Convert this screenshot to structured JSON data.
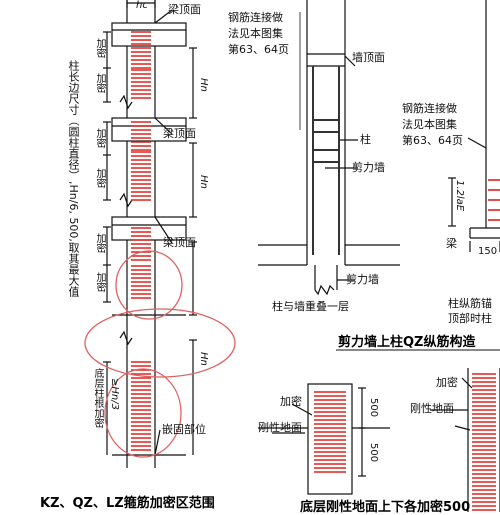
{
  "left": {
    "caption": "KZ、QZ、LZ箍筋加密区范围",
    "dim_hc": "hc",
    "beam_top_1": "梁顶面",
    "beam_top_2": "梁顶面",
    "beam_top_3": "梁顶面",
    "hn": "Hn",
    "hn_third": "≥Hn/3",
    "jiami": "加密",
    "side_note": "柱长边尺寸（圆柱直径）,Hn/6, 500,取其最大值",
    "bottom_note": "底层柱根加密",
    "embed": "嵌固部位"
  },
  "middle": {
    "note": [
      "钢筋连接做",
      "法见本图集",
      "第63、64页"
    ],
    "wall_top": "墙顶面",
    "column": "柱",
    "shear_wall_1": "剪力墙",
    "shear_wall_2": "剪力墙",
    "overlap": "柱与墙重叠一层"
  },
  "right": {
    "note": [
      "钢筋连接做",
      "法见本图集",
      "第63、64页"
    ],
    "dim_12lae": "1.2laE",
    "beam": "梁",
    "dim_150": "150",
    "anchor_note": [
      "柱纵筋锚",
      "顶部时柱"
    ],
    "caption": "剪力墙上柱QZ纵筋构造"
  },
  "bottom": {
    "jiami_left": "加密",
    "rigid_left": "刚性地面",
    "dim_500a": "500",
    "dim_500b": "500",
    "jiami_right": "加密",
    "rigid_right": "刚性地面",
    "caption": "底层刚性地面上下各加密500"
  },
  "colors": {
    "line": "#111111",
    "stirrup": "#e0201c",
    "circle": "#e06060",
    "rebar": "#333333"
  }
}
